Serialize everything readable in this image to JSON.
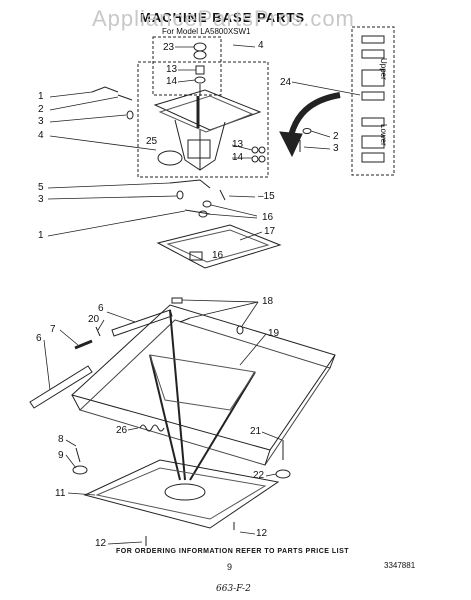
{
  "header": {
    "watermark": "AppliancePartsPros.com",
    "title": "MACHINE BASE PARTS",
    "model": "For Model LA5800XSW1"
  },
  "callouts": {
    "c1a": "1",
    "c2a": "2",
    "c3a": "3",
    "c4": "4",
    "c4top": "4",
    "c23": "23",
    "c13a": "13",
    "c14a": "14",
    "c24": "24",
    "c25": "25",
    "c2b": "2",
    "c3b": "3",
    "c13b": "13",
    "c14b": "14",
    "c5": "5",
    "c3c": "3",
    "c15": "–15",
    "c16a": "16",
    "c1b": "1",
    "c17": "17",
    "c16b": "16",
    "c18": "18",
    "c6a": "6",
    "c20": "20",
    "c7": "7",
    "c19": "19",
    "c6b": "6",
    "c26": "26",
    "c8": "8",
    "c9": "9",
    "c21": "21",
    "c22": "22",
    "c11": "11",
    "c12a": "12",
    "c12b": "12"
  },
  "side_panel": {
    "upper": "Upper",
    "lower": "Lower"
  },
  "footer": {
    "note": "FOR ORDERING INFORMATION REFER TO PARTS PRICE LIST",
    "page": "9",
    "part_number": "3347881",
    "handwritten": "663-F-2"
  }
}
